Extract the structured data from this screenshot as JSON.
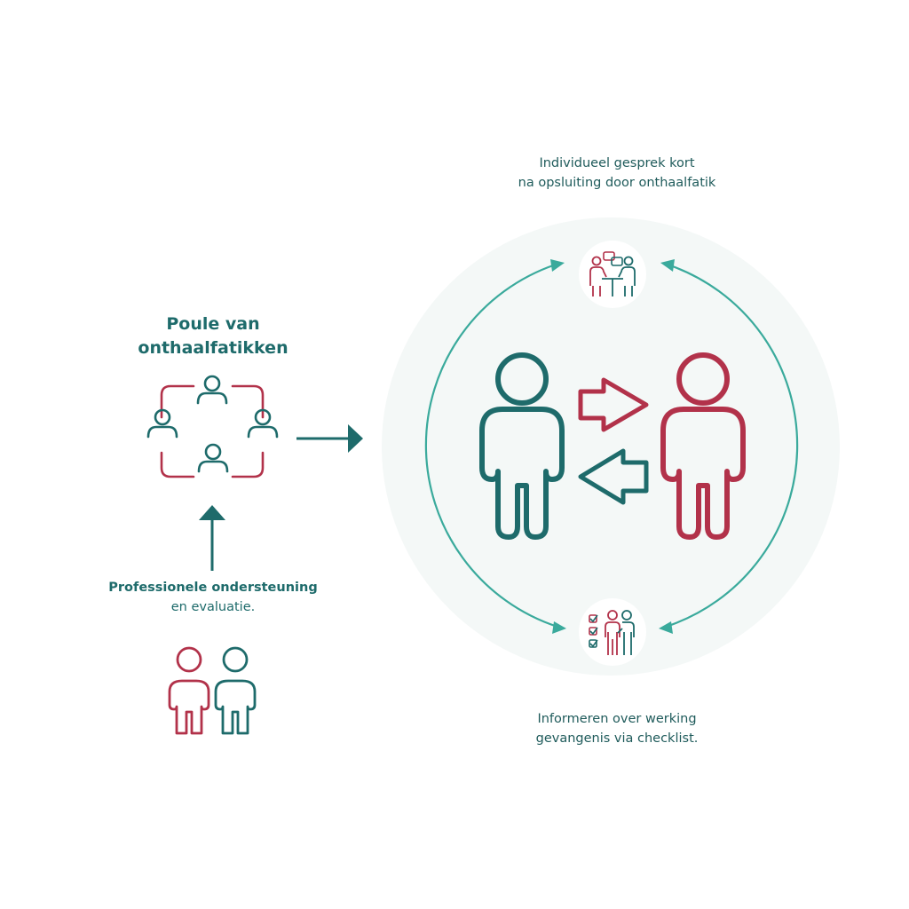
{
  "colors": {
    "teal": "#1e6b6b",
    "crimson": "#b2324a",
    "cycle_teal": "#3aaa9c",
    "circle_bg": "#f4f8f7",
    "label_text": "#1f5b5b"
  },
  "pool": {
    "title_line1": "Poule van",
    "title_line2": "onthaalfatikken"
  },
  "support": {
    "label_line1": "Professionele ondersteuning",
    "label_line2": "en evaluatie."
  },
  "cycle": {
    "top_line1": "Individueel gesprek kort",
    "top_line2": "na opsluiting door onthaalfatik",
    "bottom_line1": "Informeren over werking",
    "bottom_line2": "gevangenis via checklist."
  },
  "icons": {
    "pool": "group-of-people-icon",
    "support": "two-people-icon",
    "conversation": "conversation-at-table-icon",
    "checklist": "checklist-people-icon",
    "exchange": "two-way-exchange-icon"
  }
}
